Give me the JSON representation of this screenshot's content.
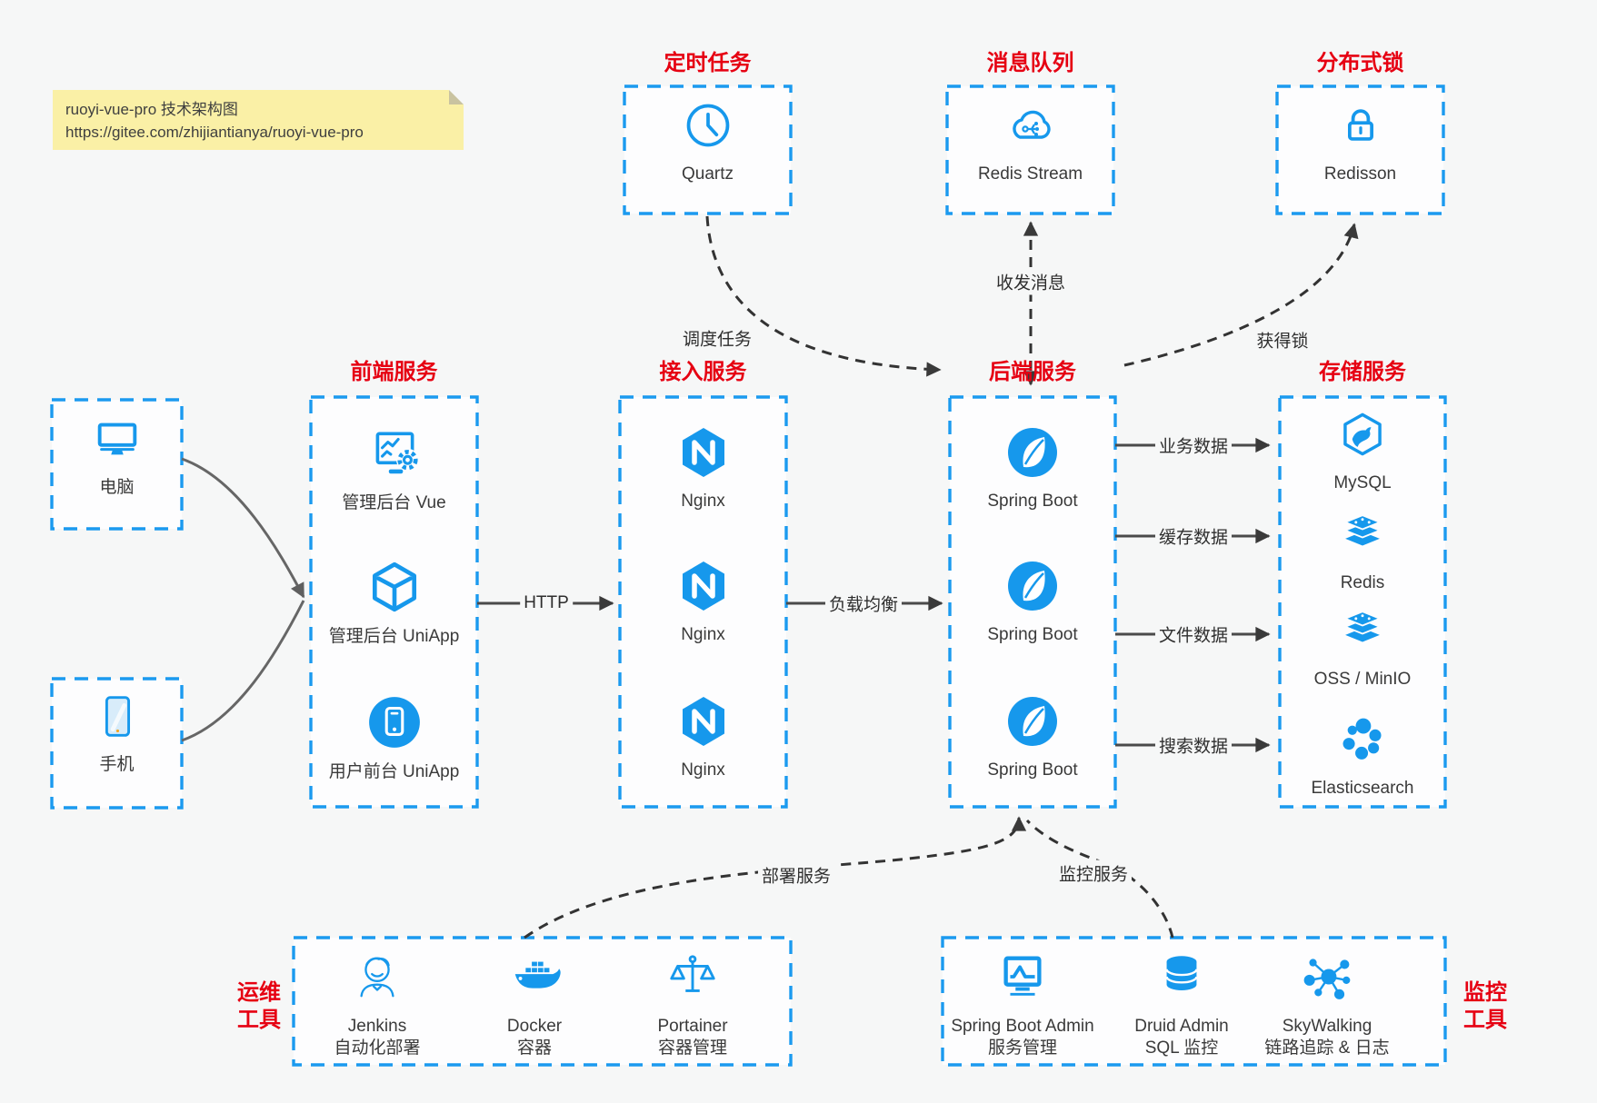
{
  "note": {
    "title": "ruoyi-vue-pro 技术架构图",
    "url": "https://gitee.com/zhijiantianya/ruoyi-vue-pro"
  },
  "colors": {
    "accent_blue": "#1698ec",
    "accent_red": "#e60012",
    "arrow_dark": "#333333",
    "note_bg": "#faf0a6",
    "background": "#f6f7f7"
  },
  "top": [
    {
      "title": "定时任务",
      "label": "Quartz",
      "icon": "clock-icon"
    },
    {
      "title": "消息队列",
      "label": "Redis Stream",
      "icon": "cloud-stream-icon"
    },
    {
      "title": "分布式锁",
      "label": "Redisson",
      "icon": "lock-icon"
    }
  ],
  "clients": [
    {
      "label": "电脑",
      "icon": "desktop-icon"
    },
    {
      "label": "手机",
      "icon": "mobile-icon"
    }
  ],
  "frontend": {
    "title": "前端服务",
    "items": [
      {
        "label": "管理后台 Vue",
        "icon": "admin-vue-icon"
      },
      {
        "label": "管理后台 UniApp",
        "icon": "uniapp-cube-icon"
      },
      {
        "label": "用户前台 UniApp",
        "icon": "user-app-icon"
      }
    ]
  },
  "gateway": {
    "title": "接入服务",
    "items": [
      {
        "label": "Nginx",
        "icon": "nginx-icon"
      },
      {
        "label": "Nginx",
        "icon": "nginx-icon"
      },
      {
        "label": "Nginx",
        "icon": "nginx-icon"
      }
    ]
  },
  "backend": {
    "title": "后端服务",
    "items": [
      {
        "label": "Spring Boot",
        "icon": "spring-icon"
      },
      {
        "label": "Spring Boot",
        "icon": "spring-icon"
      },
      {
        "label": "Spring Boot",
        "icon": "spring-icon"
      }
    ]
  },
  "storage": {
    "title": "存储服务",
    "items": [
      {
        "label": "MySQL",
        "icon": "mysql-icon"
      },
      {
        "label": "Redis",
        "icon": "redis-layers-icon"
      },
      {
        "label": "OSS / MinIO",
        "icon": "oss-layers-icon"
      },
      {
        "label": "Elasticsearch",
        "icon": "elasticsearch-icon"
      }
    ]
  },
  "ops": {
    "title_line1": "运维",
    "title_line2": "工具",
    "items": [
      {
        "name": "Jenkins",
        "desc": "自动化部署",
        "icon": "jenkins-icon"
      },
      {
        "name": "Docker",
        "desc": "容器",
        "icon": "docker-icon"
      },
      {
        "name": "Portainer",
        "desc": "容器管理",
        "icon": "portainer-icon"
      }
    ]
  },
  "monitor": {
    "title_line1": "监控",
    "title_line2": "工具",
    "items": [
      {
        "name": "Spring Boot Admin",
        "desc": "服务管理",
        "icon": "boot-admin-icon"
      },
      {
        "name": "Druid Admin",
        "desc": "SQL 监控",
        "icon": "druid-icon"
      },
      {
        "name": "SkyWalking",
        "desc": "链路追踪 & 日志",
        "icon": "skywalking-icon"
      }
    ]
  },
  "edges": {
    "http": "HTTP",
    "load_balance": "负载均衡",
    "schedule": "调度任务",
    "message": "收发消息",
    "lock": "获得锁",
    "biz_data": "业务数据",
    "cache_data": "缓存数据",
    "file_data": "文件数据",
    "search_data": "搜索数据",
    "deploy": "部署服务",
    "monitor": "监控服务"
  }
}
